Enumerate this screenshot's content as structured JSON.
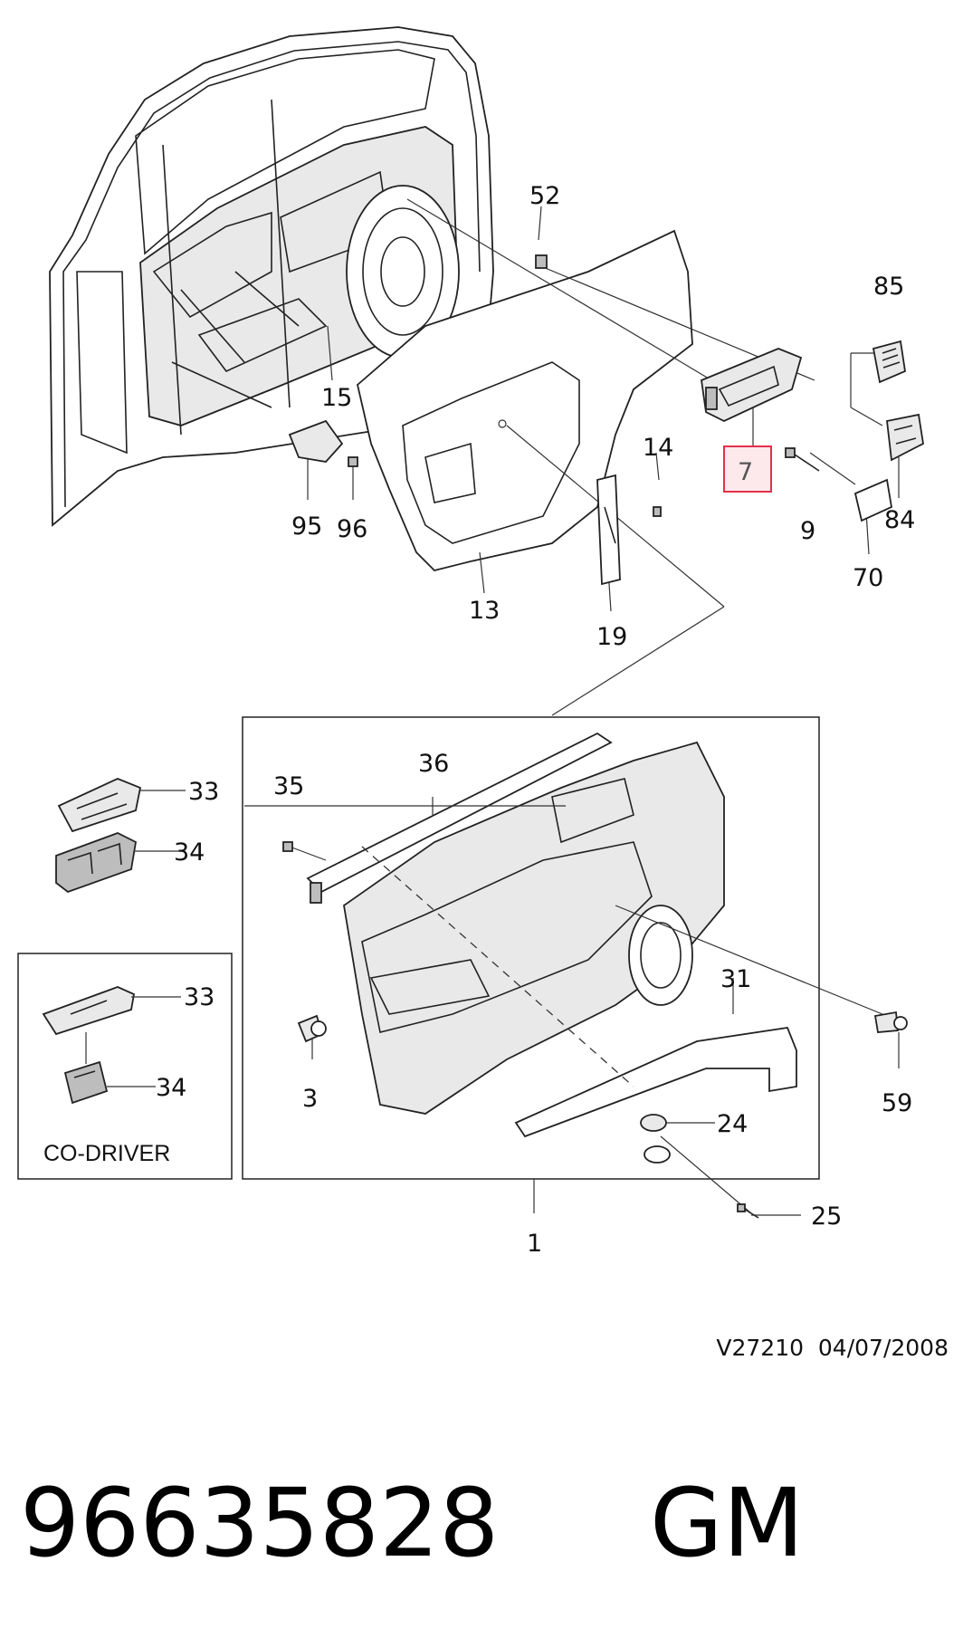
{
  "callouts": {
    "c52": "52",
    "c85": "85",
    "c15": "15",
    "c7": "7",
    "c14": "14",
    "c95": "95",
    "c96": "96",
    "c9": "9",
    "c84": "84",
    "c13": "13",
    "c70": "70",
    "c19": "19",
    "c33a": "33",
    "c34a": "34",
    "c35": "35",
    "c36": "36",
    "c33b": "33",
    "c34b": "34",
    "c31": "31",
    "c3": "3",
    "c59": "59",
    "c24": "24",
    "c25": "25",
    "c1": "1"
  },
  "co_driver_label": "CO-DRIVER",
  "diagram_ref": "V27210  04/07/2008",
  "part_number": "96635828",
  "brand": "GM",
  "highlight_color": "#e0304a"
}
